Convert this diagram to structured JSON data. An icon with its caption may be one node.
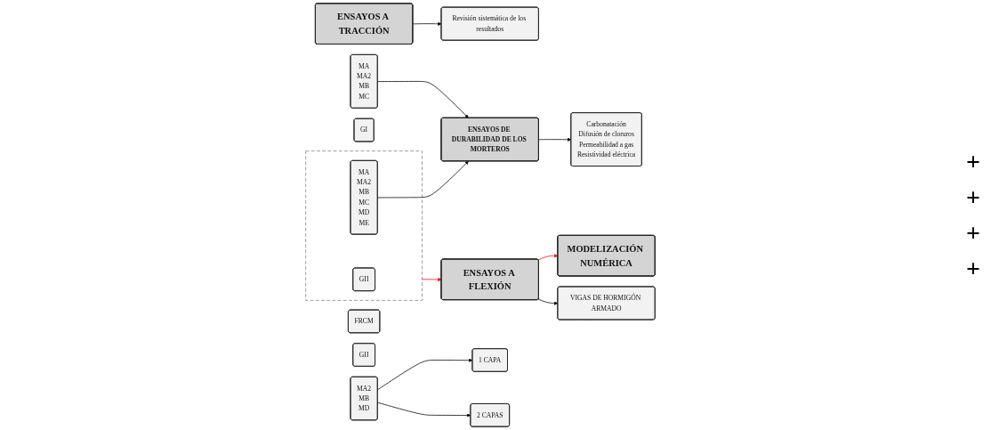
{
  "diagram": {
    "nodes": [
      {
        "text": [
          "ENSAYOS A TRACCIÓN"
        ]
      },
      {
        "text": [
          "Revisión sistemática de los resultados"
        ]
      },
      {
        "text": [
          "GI"
        ]
      },
      {
        "text": [
          "MA",
          "MA2",
          "MB",
          "MC"
        ]
      },
      {
        "text": [],
        "shape": "box"
      },
      {
        "text": [
          "GII"
        ],
        "in": 4
      },
      {
        "text": [
          "MA",
          "MA2",
          "MB",
          "MC",
          "MD",
          "ME"
        ],
        "in": 4
      },
      {
        "text": [
          "ENSAYOS DE DURABILIDAD DE LOS MORTEROS"
        ]
      },
      {
        "text": [
          "Carbonatación",
          "Difusión de cloruros",
          "Permeabilidad a gas",
          "Resistividad eléctrica"
        ]
      },
      {
        "text": [
          "ENSAYOS A FLEXIÓN"
        ]
      },
      {
        "text": [
          "MODELIZACIÓN NUMÉRICA"
        ]
      },
      {
        "text": [
          "VIGAS DE HORMIGÓN ARMADO"
        ]
      },
      {
        "text": [
          "FRCM"
        ]
      },
      {
        "text": [
          "GII"
        ]
      },
      {
        "text": [
          "MA2",
          "MB",
          "MD"
        ]
      },
      {
        "text": [
          "1 CAPA"
        ]
      },
      {
        "text": [
          "2 CAPAS"
        ]
      }
    ],
    "edges": [
      {
        "from": 0,
        "to": 1,
        "arrow": "to"
      },
      {
        "from": 3,
        "to": 7,
        "arrow": "to"
      },
      {
        "from": 6,
        "to": 7,
        "arrow": "to"
      },
      {
        "from": 7,
        "to": 8,
        "arrow": "to"
      },
      {
        "from": 4,
        "to": 9,
        "arrow": "to",
        "color": "#ff0000"
      },
      {
        "from": 9,
        "to": 10,
        "arrow": "to",
        "color": "#ff0000"
      },
      {
        "from": 9,
        "to": 11,
        "arrow": "to"
      },
      {
        "from": 14,
        "to": 15,
        "arrow": "to"
      },
      {
        "from": 14,
        "to": 16,
        "arrow": "to"
      }
    ],
    "labels": [
      "+",
      "+",
      "+",
      "+"
    ]
  }
}
